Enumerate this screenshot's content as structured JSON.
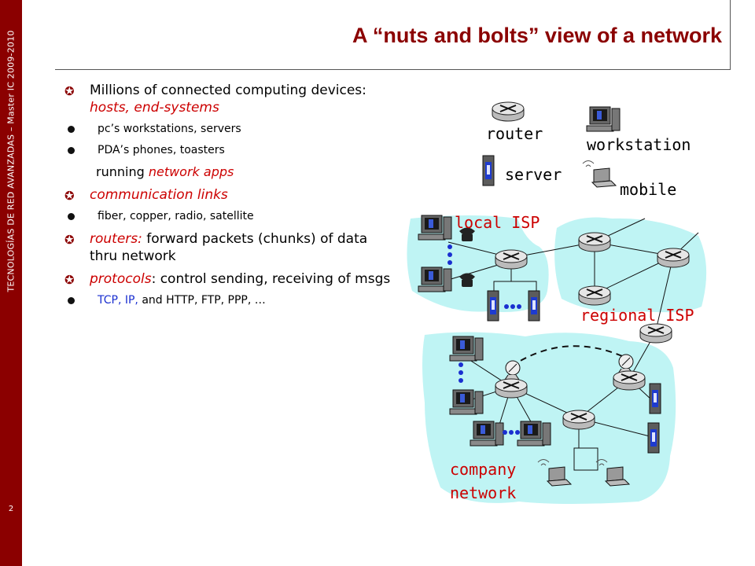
{
  "sidebar": {
    "vertical_text": "TECNOLOGÍAS DE RED AVANZADAS – Master IC 2009-2010",
    "page_number": "2"
  },
  "title": "A “nuts and bolts” view of a network",
  "colors": {
    "accent": "#8b0000",
    "highlight": "#cc0000",
    "blue": "#1a2fd0",
    "cloud": "#bff4f4"
  },
  "bullets": {
    "b1_plain": "Millions of connected computing devices: ",
    "b1_em": "hosts, end-systems",
    "b1_sub1": "pc’s workstations, servers",
    "b1_sub2": "PDA’s phones, toasters",
    "b1_run_plain": "running ",
    "b1_run_em": "network apps",
    "b2_em": "communication links",
    "b2_sub1": "fiber, copper, radio, satellite",
    "b3_em": "routers:",
    "b3_plain": " forward packets (chunks) of data thru network",
    "b4_em": "protocols",
    "b4_plain": ": control sending, receiving of msgs",
    "b4_sub_blue": "TCP, IP,",
    "b4_sub_plain": " and HTTP, FTP,  PPP, …"
  },
  "diagram": {
    "legend_router": "router",
    "legend_workstation": "workstation",
    "legend_server": "server",
    "legend_mobile": "mobile",
    "label_local_isp": "local ISP",
    "label_regional_isp": "regional ISP",
    "label_company_1": "company",
    "label_company_2": "network"
  }
}
